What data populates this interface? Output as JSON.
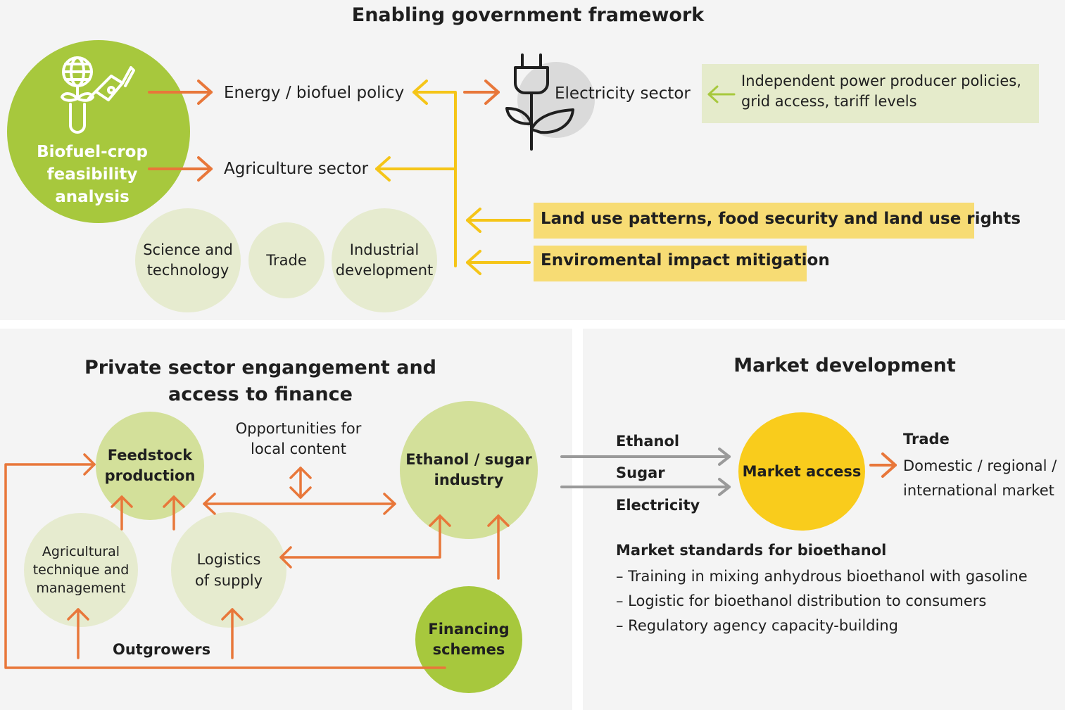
{
  "colors": {
    "panel_bg": "#f4f4f4",
    "orange": "#e8773a",
    "yellow_arrow": "#f5c518",
    "green_dark": "#a7c83d",
    "green_light": "#d3e09a",
    "green_pale": "#e6ebcf",
    "yellow_box": "#f7dc74",
    "market_yellow": "#f9cc1c",
    "light_green_box": "#e5ebcb",
    "grey_arrow": "#9a9a9a"
  },
  "government": {
    "title": "Enabling government framework",
    "feasibility": {
      "line1": "Biofuel-crop",
      "line2": "feasibility",
      "line3": "analysis",
      "icon": "globe-fuel-nozzle-icon"
    },
    "energy_policy": "Energy / biofuel policy",
    "agriculture_sector": "Agriculture sector",
    "electricity_sector": "Electricity sector",
    "electricity_icon": "plug-leaf-icon",
    "ipp_line1": "Independent power producer policies,",
    "ipp_line2": "grid access, tariff levels",
    "land_use": "Land use patterns, food security and land use rights",
    "environmental": "Enviromental impact mitigation",
    "science_line1": "Science and",
    "science_line2": "technology",
    "trade": "Trade",
    "industrial_line1": "Industrial",
    "industrial_line2": "development"
  },
  "private": {
    "title_line1": "Private sector engangement and",
    "title_line2": "access to finance",
    "feedstock_line1": "Feedstock",
    "feedstock_line2": "production",
    "opportunities_line1": "Opportunities for",
    "opportunities_line2": "local content",
    "ethanol_line1": "Ethanol / sugar",
    "ethanol_line2": "industry",
    "agri_line1": "Agricultural",
    "agri_line2": "technique and",
    "agri_line3": "management",
    "logistics_line1": "Logistics",
    "logistics_line2": "of supply",
    "outgrowers": "Outgrowers",
    "financing_line1": "Financing",
    "financing_line2": "schemes"
  },
  "market": {
    "title": "Market development",
    "ethanol": "Ethanol",
    "sugar": "Sugar",
    "electricity": "Electricity",
    "market_access": "Market access",
    "trade": "Trade",
    "trade_line1": "Domestic / regional /",
    "trade_line2": "international market",
    "standards_title": "Market standards for bioethanol",
    "standards": [
      "– Training in mixing anhydrous bioethanol with gasoline",
      "– Logistic for bioethanol distribution to consumers",
      "– Regulatory agency capacity-building"
    ]
  }
}
